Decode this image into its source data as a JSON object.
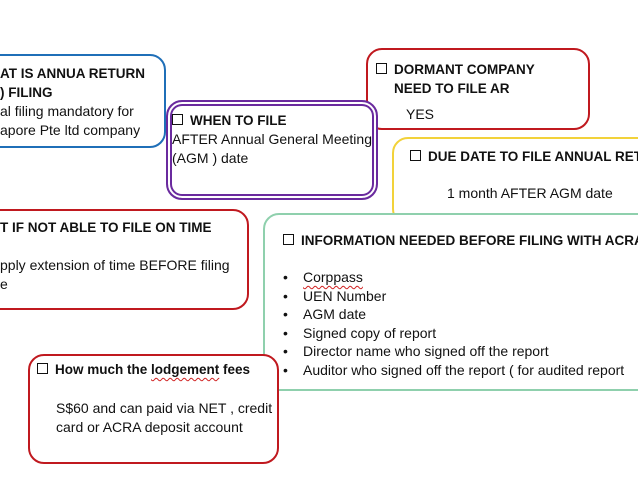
{
  "colors": {
    "blue": "#1f6fb8",
    "red": "#c0191f",
    "purple": "#6a2a9e",
    "yellow": "#f2d23a",
    "green": "#8fd0ad"
  },
  "cards": {
    "annual_return": {
      "title_line1": "AT IS ANNUA RETURN",
      "title_line2": ")  FILING",
      "body_line1": "al filing mandatory for",
      "body_line2": "apore Pte ltd company"
    },
    "when_to_file": {
      "title": "WHEN TO FILE",
      "body_line1": "AFTER Annual General Meeting",
      "body_line2": "(AGM ) date"
    },
    "dormant": {
      "title_line1": "DORMANT COMPANY",
      "title_line2": "NEED TO FILE AR",
      "body": "YES"
    },
    "due_date": {
      "title": "DUE DATE TO FILE ANNUAL RETU",
      "body": "1 month  AFTER AGM date"
    },
    "not_able": {
      "title": "T IF NOT ABLE TO FILE ON TIME",
      "body_line1": "pply extension of time BEFORE filing",
      "body_line2": "e"
    },
    "info_needed": {
      "title": "INFORMATION NEEDED BEFORE FILING WITH ACRA",
      "items": [
        "Corppass",
        "UEN Number",
        "AGM date",
        "Signed copy of report",
        "Director name who signed off the report",
        "Auditor who signed off the report ( for audited report"
      ]
    },
    "fees": {
      "title_pre": "How much the ",
      "title_underlined": "lodgement",
      "title_post": " fees",
      "body_line1": "S$60 and can paid via NET , credit",
      "body_line2": "card or ACRA deposit account"
    }
  }
}
